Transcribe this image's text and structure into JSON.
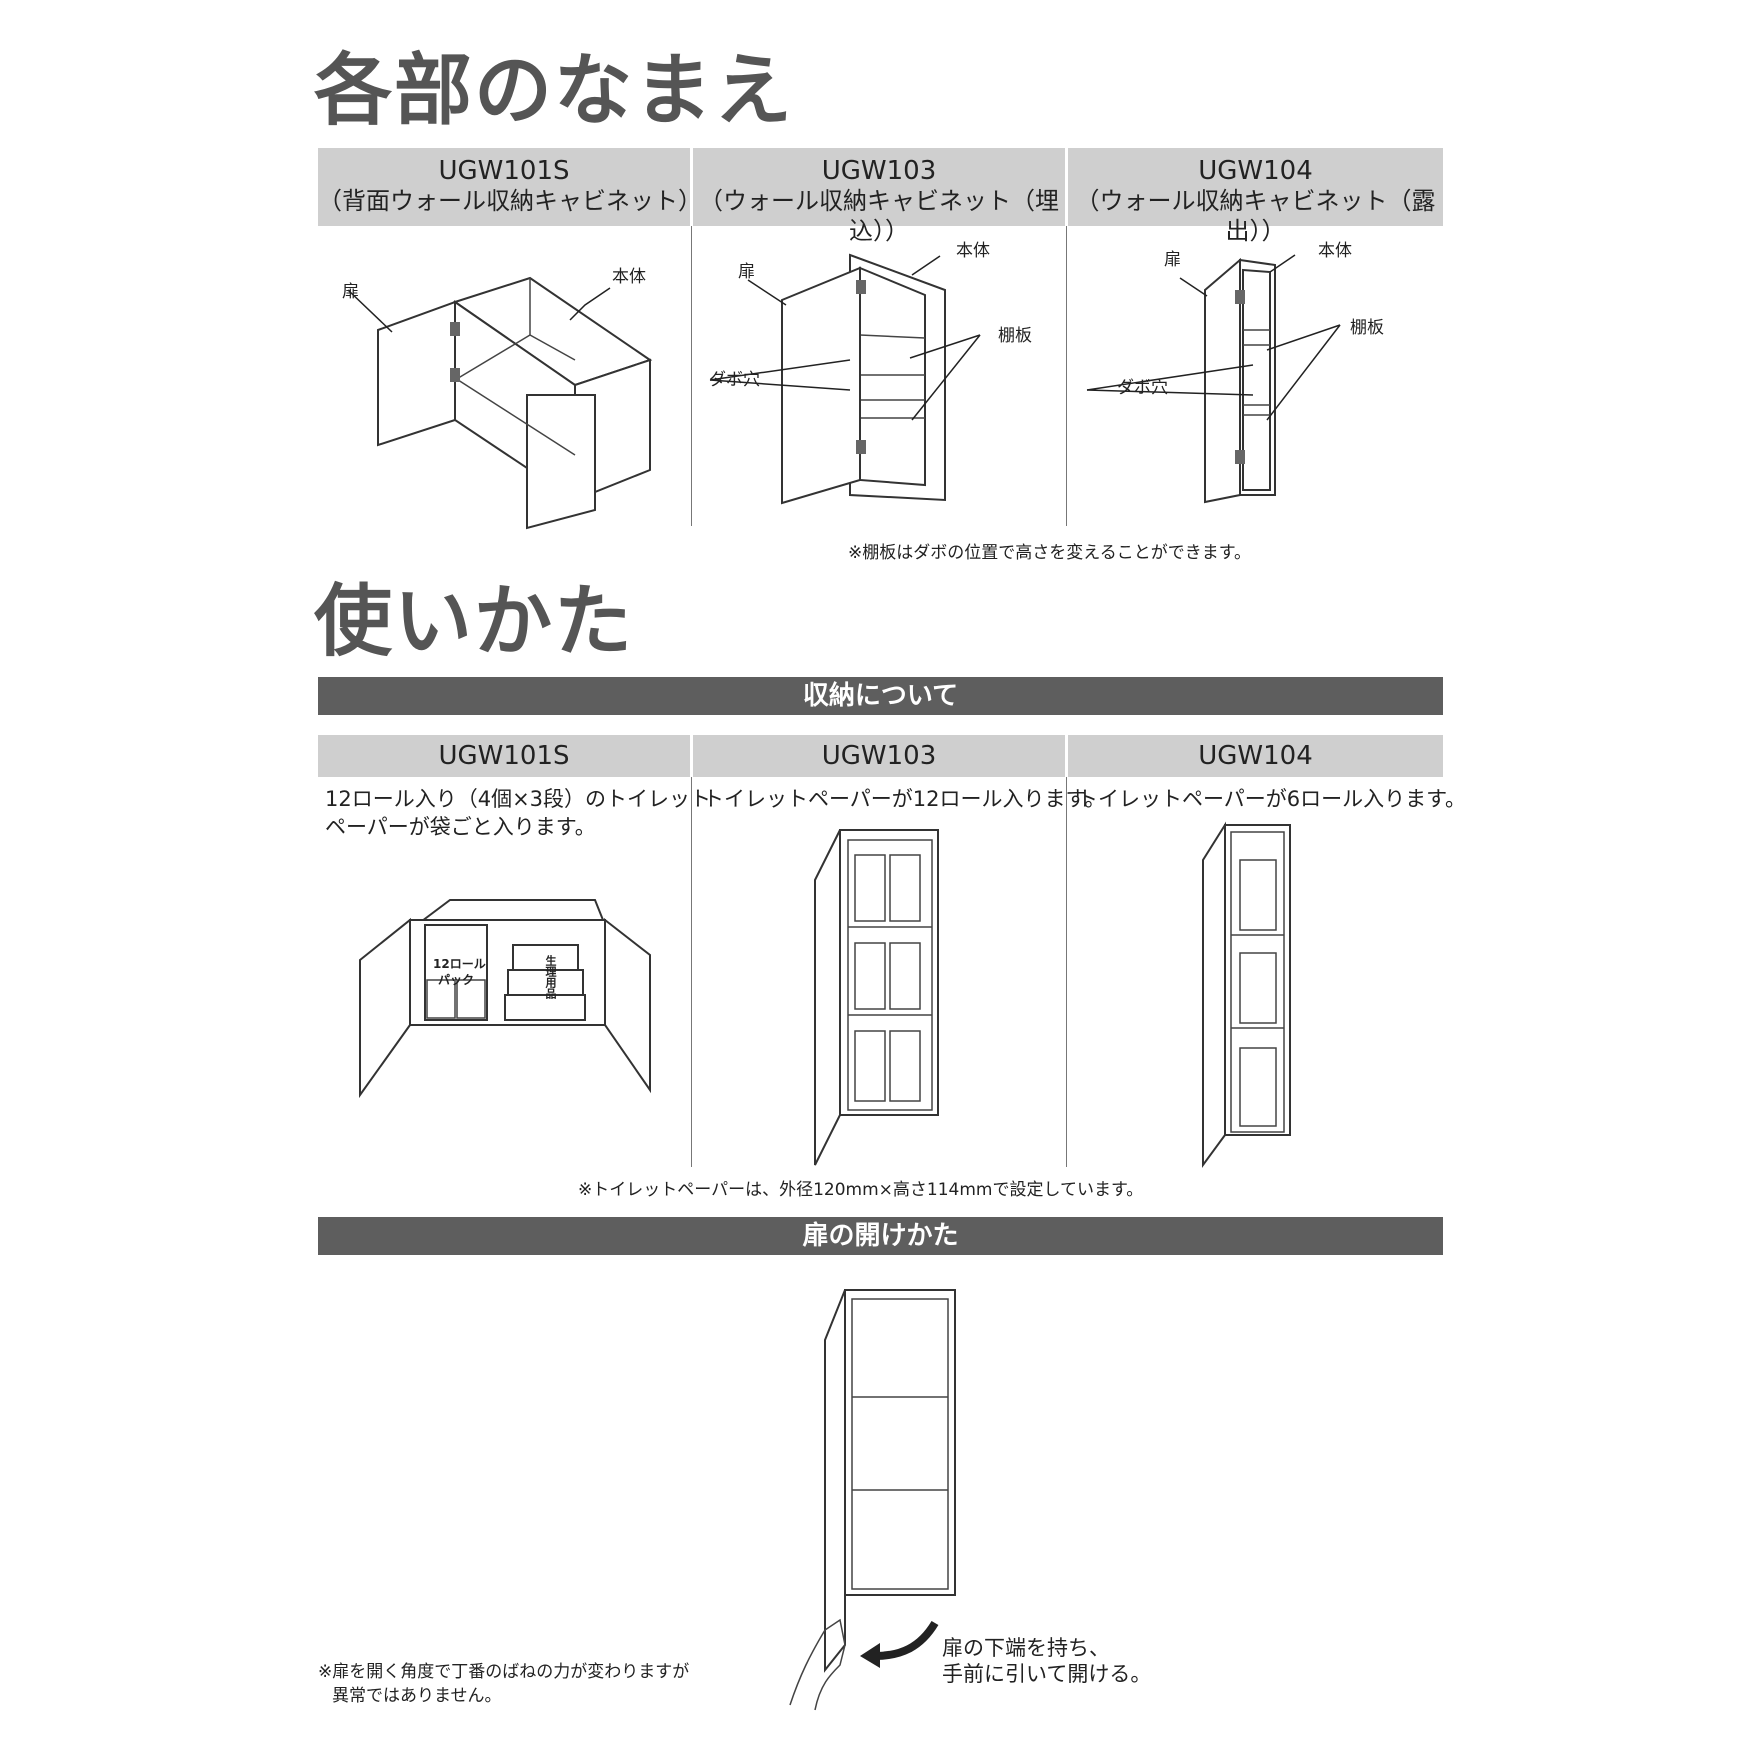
{
  "section_names": {
    "title": "各部のなまえ",
    "models": [
      {
        "model": "UGW101S",
        "desc": "（背面ウォール収納キャビネット）"
      },
      {
        "model": "UGW103",
        "desc": "（ウォール収納キャビネット（埋込））"
      },
      {
        "model": "UGW104",
        "desc": "（ウォール収納キャビネット（露出））"
      }
    ],
    "labels": {
      "door": "扉",
      "body": "本体",
      "shelf": "棚板",
      "dowel_hole": "ダボ穴"
    },
    "note": "※棚板はダボの位置で高さを変えることができます。"
  },
  "section_usage": {
    "title": "使いかた",
    "storage_bar": "収納について",
    "models": [
      {
        "model": "UGW101S",
        "text1": "12ロール入り（4個×3段）のトイレット",
        "text2": "ペーパーが袋ごと入ります。"
      },
      {
        "model": "UGW103",
        "text1": "トイレットペーパーが12ロール入ります。",
        "text2": ""
      },
      {
        "model": "UGW104",
        "text1": "トイレットペーパーが6ロール入ります。",
        "text2": ""
      }
    ],
    "pack_label_1": "12ロール",
    "pack_label_2": "パック",
    "sanitary_label": "生理用品",
    "storage_note": "※トイレットペーパーは、外径120mm×高さ114mmで設定しています。",
    "door_bar": "扉の開けかた",
    "door_instr_1": "扉の下端を持ち、",
    "door_instr_2": "手前に引いて開ける。",
    "door_note_1": "※扉を開く角度で丁番のばねの力が変わりますが",
    "door_note_2": "異常ではありません。"
  }
}
